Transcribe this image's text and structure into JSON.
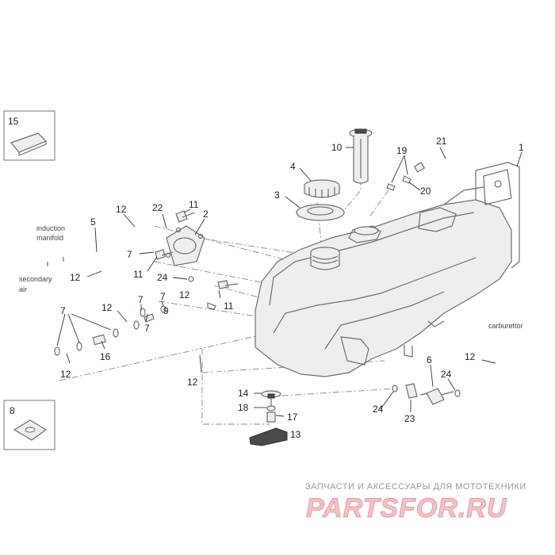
{
  "callouts": [
    {
      "id": "c1",
      "text": "1"
    },
    {
      "id": "c2",
      "text": "2"
    },
    {
      "id": "c3",
      "text": "3"
    },
    {
      "id": "c4",
      "text": "4"
    },
    {
      "id": "c5",
      "text": "5"
    },
    {
      "id": "c6",
      "text": "6"
    },
    {
      "id": "c7a",
      "text": "7"
    },
    {
      "id": "c7b",
      "text": "7"
    },
    {
      "id": "c7c",
      "text": "7"
    },
    {
      "id": "c7d",
      "text": "7"
    },
    {
      "id": "c7e",
      "text": "7"
    },
    {
      "id": "c8",
      "text": "8"
    },
    {
      "id": "c9",
      "text": "9"
    },
    {
      "id": "c10",
      "text": "10"
    },
    {
      "id": "c11a",
      "text": "11"
    },
    {
      "id": "c11b",
      "text": "11"
    },
    {
      "id": "c11c",
      "text": "11"
    },
    {
      "id": "c12a",
      "text": "12"
    },
    {
      "id": "c12b",
      "text": "12"
    },
    {
      "id": "c12c",
      "text": "12"
    },
    {
      "id": "c12d",
      "text": "12"
    },
    {
      "id": "c12e",
      "text": "12"
    },
    {
      "id": "c12f",
      "text": "12"
    },
    {
      "id": "c12g",
      "text": "12"
    },
    {
      "id": "c13",
      "text": "13"
    },
    {
      "id": "c14",
      "text": "14"
    },
    {
      "id": "c15",
      "text": "15"
    },
    {
      "id": "c16",
      "text": "16"
    },
    {
      "id": "c17",
      "text": "17"
    },
    {
      "id": "c18",
      "text": "18"
    },
    {
      "id": "c19",
      "text": "19"
    },
    {
      "id": "c20",
      "text": "20"
    },
    {
      "id": "c21",
      "text": "21"
    },
    {
      "id": "c22",
      "text": "22"
    },
    {
      "id": "c23",
      "text": "23"
    },
    {
      "id": "c24a",
      "text": "24"
    },
    {
      "id": "c24b",
      "text": "24"
    },
    {
      "id": "c24c",
      "text": "24"
    }
  ],
  "notes": {
    "induction_line1": "induction",
    "induction_line2": "manifold",
    "secondary_line1": "secondary",
    "secondary_line2": "air",
    "carburettor": "carburettor"
  },
  "watermark": {
    "caption": "ЗАПЧАСТИ И АКСЕССУАРЫ ДЛЯ МОТОТЕХНИКИ",
    "brand": "PARTSFOR.RU"
  },
  "colors": {
    "line": "#6e6e6e",
    "watermark_fill": "#f2c3c6",
    "watermark_stroke": "#e79ba2"
  }
}
